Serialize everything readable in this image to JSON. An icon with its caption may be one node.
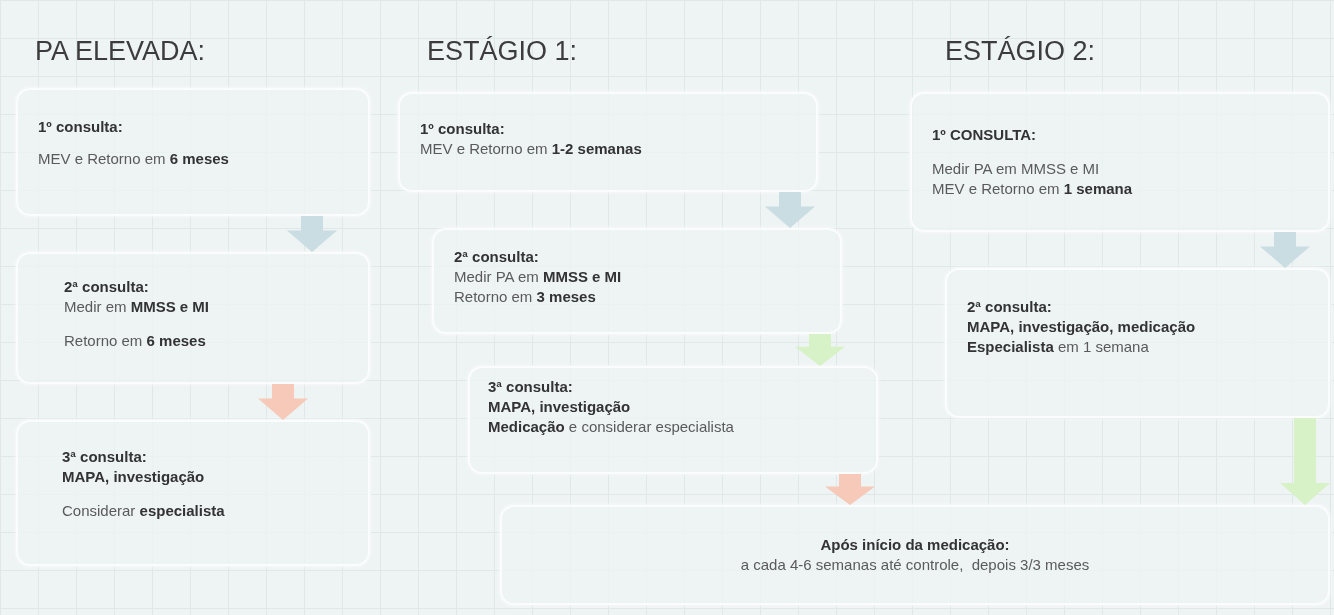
{
  "diagram": {
    "nodes": [
      {
        "text": [
          "1º consulta:",
          "MEV e Retorno em **6 meses**"
        ]
      },
      {
        "text": [
          "2ª consulta:",
          "Medir em **MMSS e MI**",
          "Retorno em **6 meses**"
        ]
      },
      {
        "text": [
          "3ª consulta:",
          "**MAPA, investigação**",
          "Considerar **especialista**"
        ]
      },
      {
        "text": [
          "1º consulta:",
          "MEV e Retorno em **1-2 semanas**"
        ]
      },
      {
        "text": [
          "2ª consulta:",
          "Medir PA em **MMSS e MI**",
          "Retorno em **3 meses**"
        ]
      },
      {
        "text": [
          "3ª consulta:",
          "**MAPA, investigação**",
          "**Medicação** e considerar especialista"
        ]
      },
      {
        "text": [
          "1º CONSULTA:",
          "Medir PA em MMSS e MI",
          "MEV e Retorno em **1 semana**"
        ]
      },
      {
        "text": [
          "2ª consulta:",
          "**MAPA, investigação, medicação**",
          "**Especialista** em 1 semana"
        ]
      },
      {
        "text": [
          "Após início da medicação:",
          "a cada 4-6 semanas até controle,  depois 3/3 meses"
        ]
      }
    ],
    "edges": [
      {
        "from": 0,
        "to": 1,
        "arrow": "to",
        "color": "#c9dde3"
      },
      {
        "from": 1,
        "to": 2,
        "arrow": "to",
        "color": "#f6c9b8"
      },
      {
        "from": 3,
        "to": 4,
        "arrow": "to",
        "color": "#c9dde3"
      },
      {
        "from": 4,
        "to": 5,
        "arrow": "to",
        "color": "#d6f2c6"
      },
      {
        "from": 5,
        "to": 8,
        "arrow": "to",
        "color": "#f6c9b8"
      },
      {
        "from": 6,
        "to": 7,
        "arrow": "to",
        "color": "#c9dde3"
      },
      {
        "from": 7,
        "to": 8,
        "arrow": "to",
        "color": "#d6f2c6"
      }
    ],
    "labels": [
      "PA ELEVADA:",
      "ESTÁGIO 1:",
      "ESTÁGIO 2:"
    ]
  }
}
